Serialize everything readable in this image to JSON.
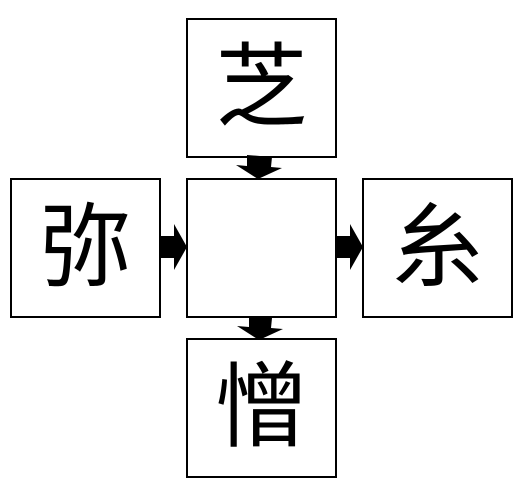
{
  "diagram": {
    "top_char": "芝",
    "left_char": "弥",
    "center_char": "",
    "right_char": "糸",
    "bottom_char": "憎"
  },
  "colors": {
    "stroke": "#000000",
    "background": "#ffffff"
  },
  "icons": [
    "arrow-down-icon",
    "arrow-right-icon"
  ]
}
